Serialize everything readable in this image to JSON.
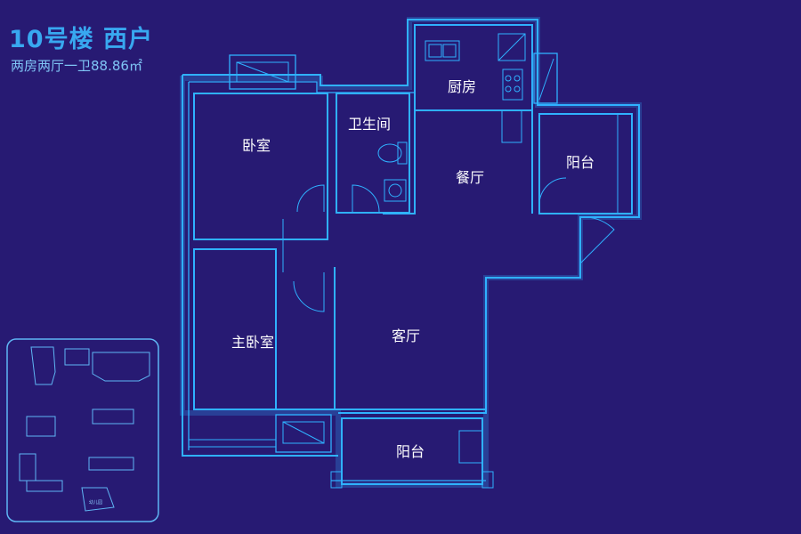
{
  "header": {
    "title": "10号楼 西户",
    "subtitle": "两房两厅一卫88.86㎡"
  },
  "rooms": {
    "bedroom": "卧室",
    "bathroom": "卫生间",
    "kitchen": "厨房",
    "dining": "餐厅",
    "balcony_east": "阳台",
    "master_bedroom": "主卧室",
    "living": "客厅",
    "balcony_south": "阳台"
  },
  "minimap": {
    "kindergarten_label": "幼儿园"
  },
  "colors": {
    "background": "#271a73",
    "line": "#2fb1ff",
    "title": "#38a8f0"
  }
}
